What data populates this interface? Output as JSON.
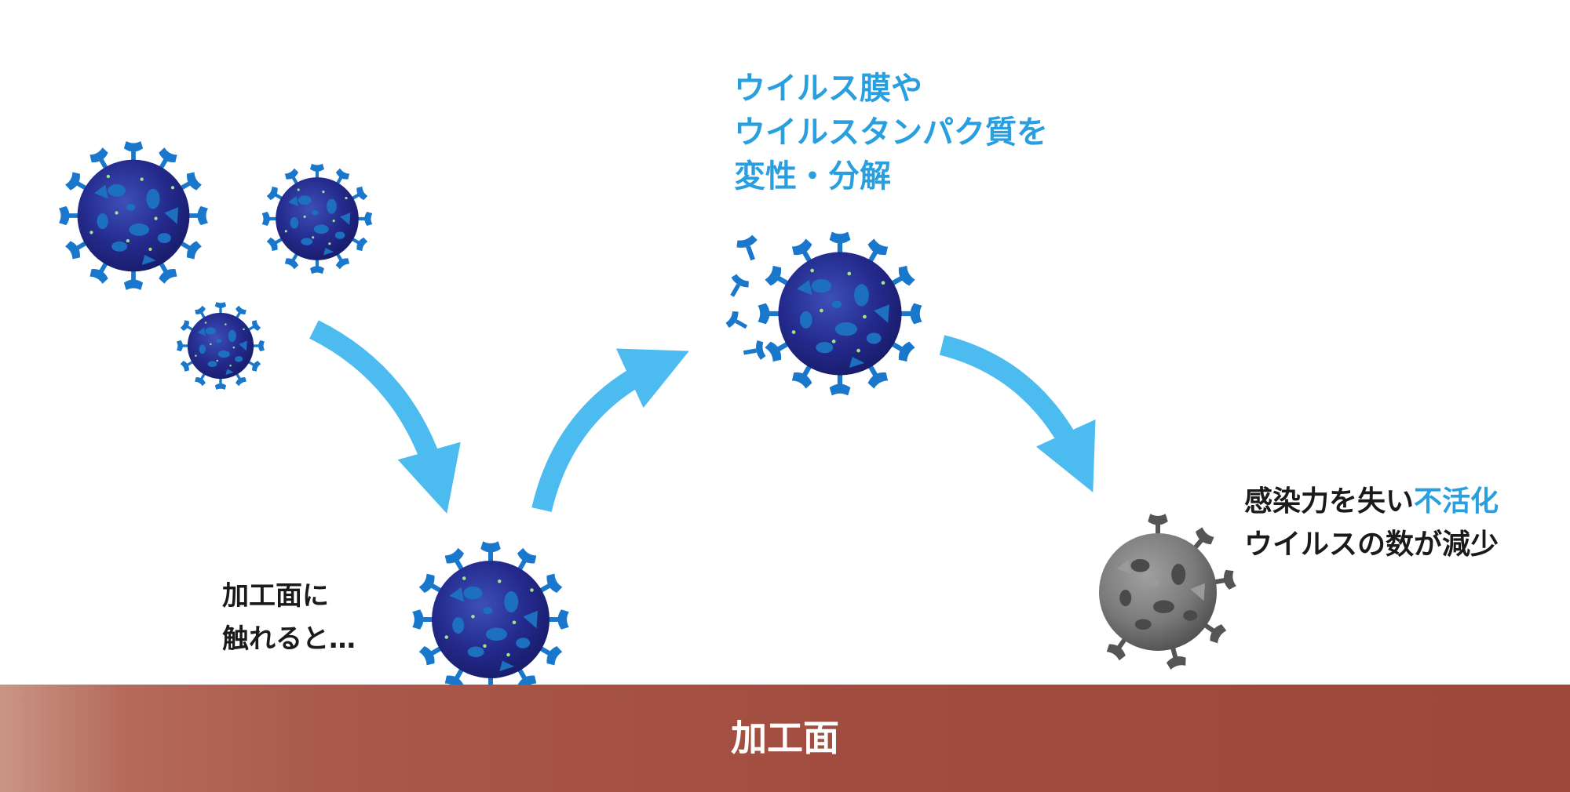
{
  "colors": {
    "virus_body": "#242a8c",
    "virus_spike": "#1a78cc",
    "virus_spot": "#1d6fc0",
    "virus_dot": "#9fe38a",
    "inactive_body": "#7a7a7a",
    "inactive_spike": "#555555",
    "arrow": "#4cbcf0",
    "surface": "#a14c3f",
    "accent_text": "#2a9fe0",
    "dark_text": "#1a1a1a"
  },
  "labels": {
    "touch": {
      "line1": "加工面に",
      "line2": "触れると…"
    },
    "denature": {
      "line1": "ウイルス膜や",
      "line2": "ウイルスタンパク質を",
      "line3": "変性・分解"
    },
    "inactivate": {
      "line1_dark": "感染力を失い",
      "line1_accent": "不活化",
      "line2": "ウイルスの数が減少"
    },
    "surface": "加工面"
  },
  "icons": [
    "virus-icon",
    "damaged-virus-icon",
    "inactive-virus-icon",
    "curved-arrow-icon"
  ]
}
